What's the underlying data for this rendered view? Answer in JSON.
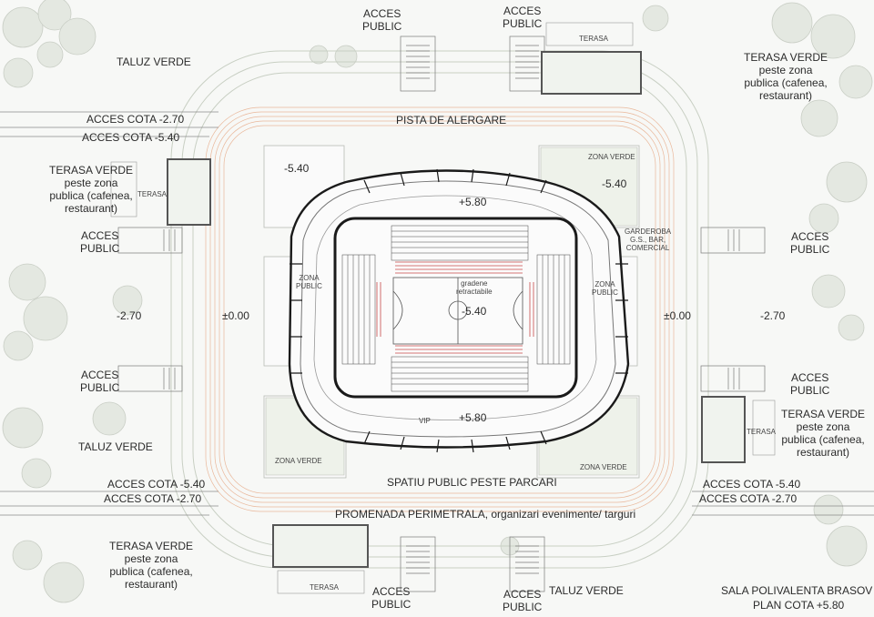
{
  "title": {
    "line1": "SALA POLIVALENTA BRASOV",
    "line2": "PLAN COTA +5.80"
  },
  "labels": {
    "acces_public": "ACCES\nPUBLIC",
    "taluz_verde": "TALUZ VERDE",
    "terasa": "TERASA",
    "terasa_verde": "TERASA VERDE\npeste zona\npublica (cafenea,\nrestaurant)",
    "acces_cota_270": "ACCES COTA -2.70",
    "acces_cota_540": "ACCES COTA -5.40",
    "pista": "PISTA DE ALERGARE",
    "spatiu_public": "SPATIU PUBLIC PESTE PARCARI",
    "promenada": "PROMENADA PERIMETRALA, organizari evenimente/ targuri",
    "zona_verde": "ZONA VERDE",
    "zona_public": "ZONA\nPUBLIC",
    "garderoba": "GARDEROBA\nG.S., BAR,\nCOMERCIAL",
    "gradene": "gradene\nretractabile",
    "vip": "VIP",
    "lvl_m540": "-5.40",
    "lvl_p580": "+5.80",
    "lvl_m270": "-2.70",
    "lvl_000": "±0.00"
  },
  "colors": {
    "seat_red": "#c84a4a",
    "track_line": "#e9b79a",
    "outline": "#1a1a1a",
    "terrace_box": "#555555",
    "green_area": "#eef2ea"
  }
}
